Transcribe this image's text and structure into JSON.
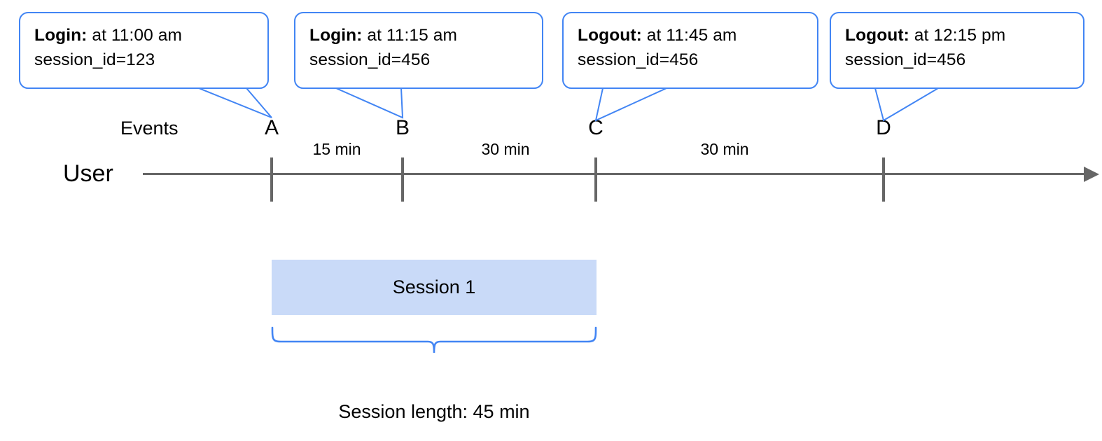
{
  "diagram": {
    "title_text_present": false,
    "colors": {
      "callout_border": "#4285f4",
      "axis": "#666666",
      "session_fill": "#c9daf8",
      "brace": "#4285f4",
      "text": "#000000"
    },
    "callouts": [
      {
        "lead": "Login:",
        "rest": " at 11:00 am",
        "line2": "session_id=123"
      },
      {
        "lead": "Login:",
        "rest": " at 11:15 am",
        "line2": "session_id=456"
      },
      {
        "lead": "Logout:",
        "rest": " at 11:45 am",
        "line2": "session_id=456"
      },
      {
        "lead": "Logout:",
        "rest": " at 12:15 pm",
        "line2": "session_id=456"
      }
    ],
    "rows": {
      "events_label": "Events",
      "user_label": "User"
    },
    "events": [
      {
        "letter": "A",
        "time": "11:00 am",
        "type": "Login",
        "session_id": "123"
      },
      {
        "letter": "B",
        "time": "11:15 am",
        "type": "Login",
        "session_id": "456"
      },
      {
        "letter": "C",
        "time": "11:45 am",
        "type": "Logout",
        "session_id": "456"
      },
      {
        "letter": "D",
        "time": "12:15 pm",
        "type": "Logout",
        "session_id": "456"
      }
    ],
    "intervals": [
      {
        "label": "15 min",
        "from": "A",
        "to": "B"
      },
      {
        "label": "30 min",
        "from": "B",
        "to": "C"
      },
      {
        "label": "30 min",
        "from": "C",
        "to": "D"
      }
    ],
    "session": {
      "bar_label": "Session 1",
      "caption": "Session length: 45 min",
      "spans_from": "A",
      "spans_to": "C"
    }
  }
}
